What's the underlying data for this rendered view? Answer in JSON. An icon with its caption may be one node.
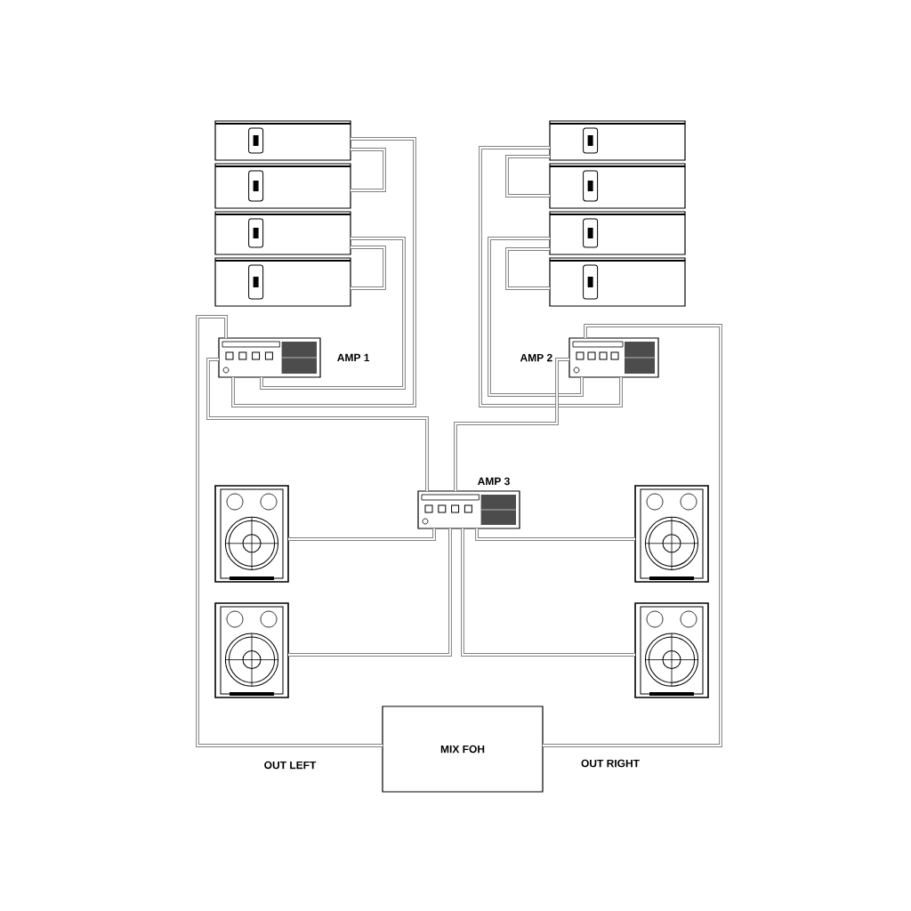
{
  "diagram": {
    "nodes": [
      {
        "text": [],
        "shape": "box"
      },
      {
        "text": [],
        "shape": "box"
      },
      {
        "text": [],
        "shape": "box"
      },
      {
        "text": [],
        "shape": "box"
      },
      {
        "text": [],
        "shape": "box"
      },
      {
        "text": [],
        "shape": "box"
      },
      {
        "text": [],
        "shape": "box"
      },
      {
        "text": [],
        "shape": "box"
      },
      {
        "text": [
          "AMP 1"
        ]
      },
      {
        "text": [
          "AMP 2"
        ]
      },
      {
        "text": [
          "AMP 3"
        ]
      },
      {
        "text": [],
        "shape": "speaker"
      },
      {
        "text": [],
        "shape": "speaker"
      },
      {
        "text": [],
        "shape": "speaker"
      },
      {
        "text": [],
        "shape": "speaker"
      },
      {
        "text": [
          "MIX FOH"
        ]
      }
    ],
    "edges": [
      {
        "from": 0,
        "to": 8,
        "arrow": "none"
      },
      {
        "from": 0,
        "to": 1,
        "arrow": "none"
      },
      {
        "from": 2,
        "to": 8,
        "arrow": "none"
      },
      {
        "from": 2,
        "to": 3,
        "arrow": "none"
      },
      {
        "from": 4,
        "to": 9,
        "arrow": "none"
      },
      {
        "from": 4,
        "to": 5,
        "arrow": "none"
      },
      {
        "from": 6,
        "to": 9,
        "arrow": "none"
      },
      {
        "from": 6,
        "to": 7,
        "arrow": "none"
      },
      {
        "from": 15,
        "to": 8,
        "arrow": "none"
      },
      {
        "from": 8,
        "to": 10,
        "arrow": "none"
      },
      {
        "from": 15,
        "to": 9,
        "arrow": "none"
      },
      {
        "from": 9,
        "to": 10,
        "arrow": "none"
      },
      {
        "from": 10,
        "to": 11,
        "arrow": "none"
      },
      {
        "from": 10,
        "to": 12,
        "arrow": "none"
      },
      {
        "from": 10,
        "to": 13,
        "arrow": "none"
      },
      {
        "from": 10,
        "to": 14,
        "arrow": "none"
      }
    ],
    "labels": [
      "OUT LEFT",
      "OUT RIGHT"
    ]
  }
}
